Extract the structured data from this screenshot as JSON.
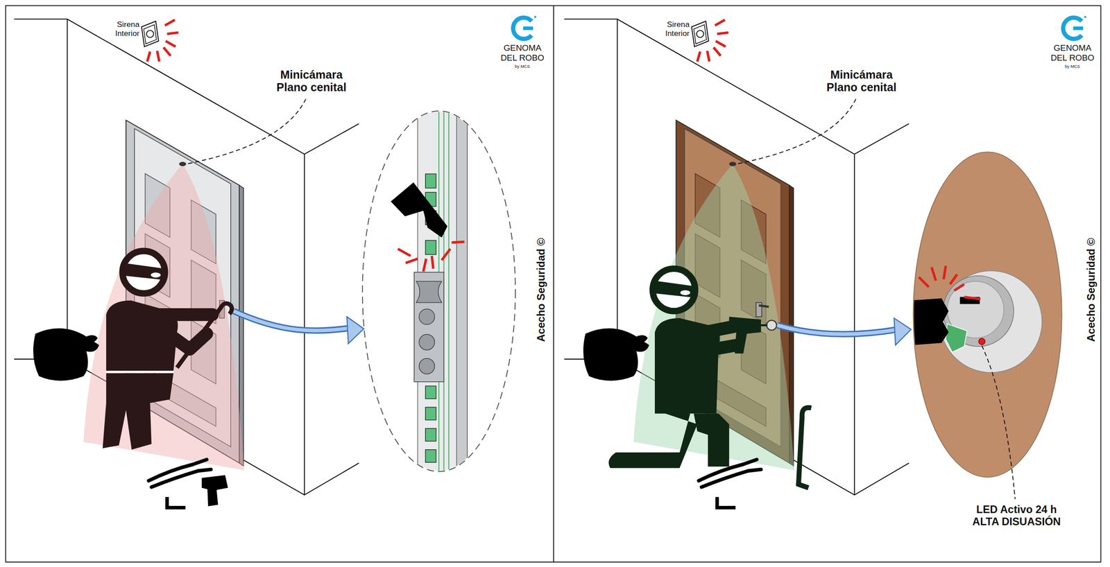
{
  "diagram": {
    "labels": [
      "Sirena Interior",
      "Minicámara Plano cenital",
      "GENOMA DEL ROBO",
      "by MCS",
      "Acecho Seguridad ©",
      "Sirena Interior",
      "Minicámara Plano cenital",
      "GENOMA DEL ROBO",
      "by MCS",
      "Acecho Seguridad ©",
      "LED Activo 24 h ALTA DISUASIÓN"
    ]
  }
}
